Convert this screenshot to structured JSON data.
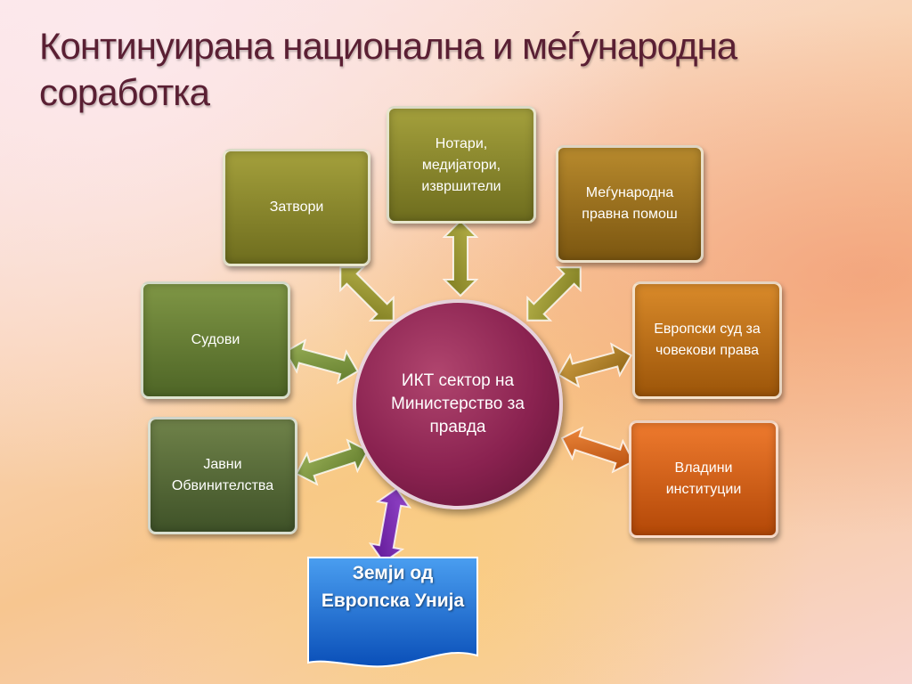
{
  "title": {
    "line1": "Континуирана национална и меѓународна",
    "line2": "соработка"
  },
  "center": "ИКТ сектор на Министерство за правда",
  "nodes": {
    "zatvori": "Затвори",
    "notari": "Нотари, медијатори, извршители",
    "megjunarodna": "Меѓународна правна помош",
    "sudovi": "Судови",
    "evropski_sud": "Европски суд за човекови права",
    "javni": "Јавни Обвинителства",
    "vladini": "Владини институции",
    "eu": "Земји од Европска Унија"
  },
  "colors": {
    "olive": "#8a8a2c",
    "green": "#5e7a34",
    "brown": "#9a6a1a",
    "rust": "#d0621a",
    "center": "#8a2250",
    "eu": "#1f6fd0",
    "eu_arrow": "#6a1fa0"
  }
}
